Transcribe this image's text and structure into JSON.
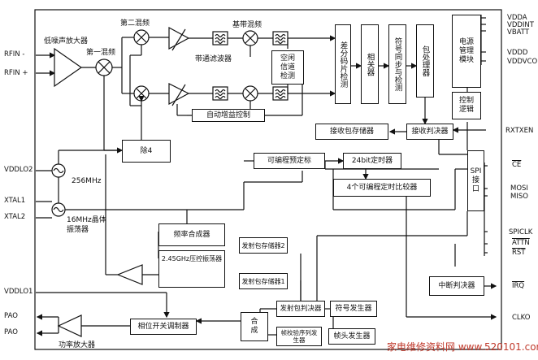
{
  "pins_left": {
    "rfin_minus": "RFIN -",
    "rfin_plus": "RFIN +",
    "vddlo2": "VDDLO2",
    "xtal1": "XTAL1",
    "xtal2": "XTAL2",
    "vddlo1": "VDDLO1",
    "pao_top": "PAO",
    "pao_bottom": "PAO"
  },
  "pins_right": {
    "vdda": "VDDA",
    "vddint": "VDDINT",
    "vbatt": "VBATT",
    "vddd": "VDDD",
    "vddvco": "VDDVCO",
    "rxtxen": "RXTXEN",
    "ce": "CE",
    "mosi": "MOSI",
    "miso": "MISO",
    "spiclk": "SPICLK",
    "attn": "ATTN",
    "rst": "RST",
    "irq": "IRQ",
    "clko": "CLKO"
  },
  "labels": {
    "lna": "低噪声放大器",
    "first_mixer": "第一混频",
    "second_mixer": "第二混频",
    "baseband_mixer": "基带混频",
    "bandpass": "带通滤波器",
    "osc256": "256MHz",
    "crystal": "16MHz晶体",
    "crystal2": "振荡器",
    "pa": "功率放大器"
  },
  "blocks": {
    "clear_channel": "空闲\n信道\n检测",
    "diff_code": "差分码片检测",
    "correlator": "相关器",
    "symbol_sync": "符号同步与检测",
    "packet_proc": "包处理器",
    "power_mgmt": "电源\n管理\n模块",
    "ctrl_logic": "控制\n逻辑",
    "agc": "自动增益控制",
    "rx_buffer": "接收包存储器",
    "rx_arbiter": "接收判决器",
    "div4": "除4",
    "prog_prescaler": "可编程预定标",
    "timer24": "24bit定时器",
    "comparators": "4个可编程定时比较器",
    "spi": "SPI\n接\n口",
    "freq_synth": "频率合成器",
    "vco": "2.45GHz压控振荡器",
    "tx_buf2": "发射包存储器2",
    "tx_buf1": "发射包存储器1",
    "irq_arbiter": "中断判决器",
    "tx_arbiter": "发射包判决器",
    "symbol_gen": "符号发生器",
    "combine": "合\n成",
    "frame_check": "帧校验序列发\n生器",
    "header_gen": "帧头发生器",
    "phase_mod": "相位开关调制器"
  },
  "watermark": "家电维修资料网  www.520101.com"
}
